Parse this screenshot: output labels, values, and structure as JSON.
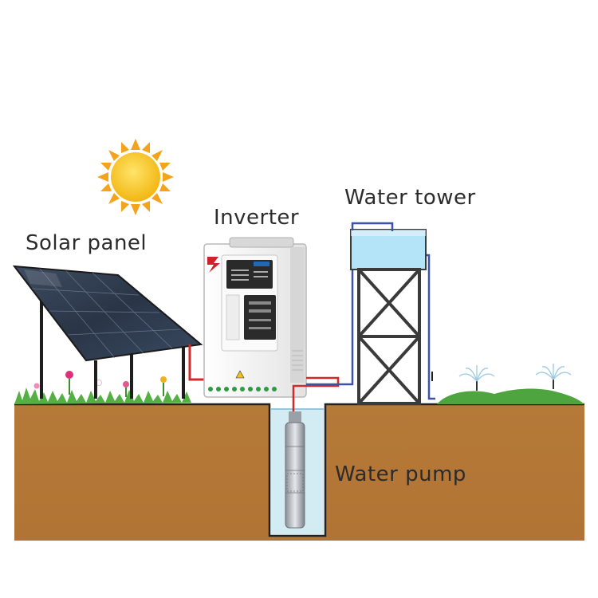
{
  "labels": {
    "solar_panel": "Solar panel",
    "inverter": "Inverter",
    "water_tower": "Water tower",
    "water_pump": "Water pump"
  },
  "colors": {
    "soil": "#b67a37",
    "soil_outline": "#222222",
    "water": "#cfeaf3",
    "tower_water": "#b3e4f7",
    "panel": "#2f3b4c",
    "sun_core": "#f7c21c",
    "sun_rays": "#f5a31a",
    "cable_red": "#d02a2a",
    "pipe_blue": "#3a52a8",
    "lawn": "#4ea53f",
    "inverter_body": "#f2f2f2"
  }
}
